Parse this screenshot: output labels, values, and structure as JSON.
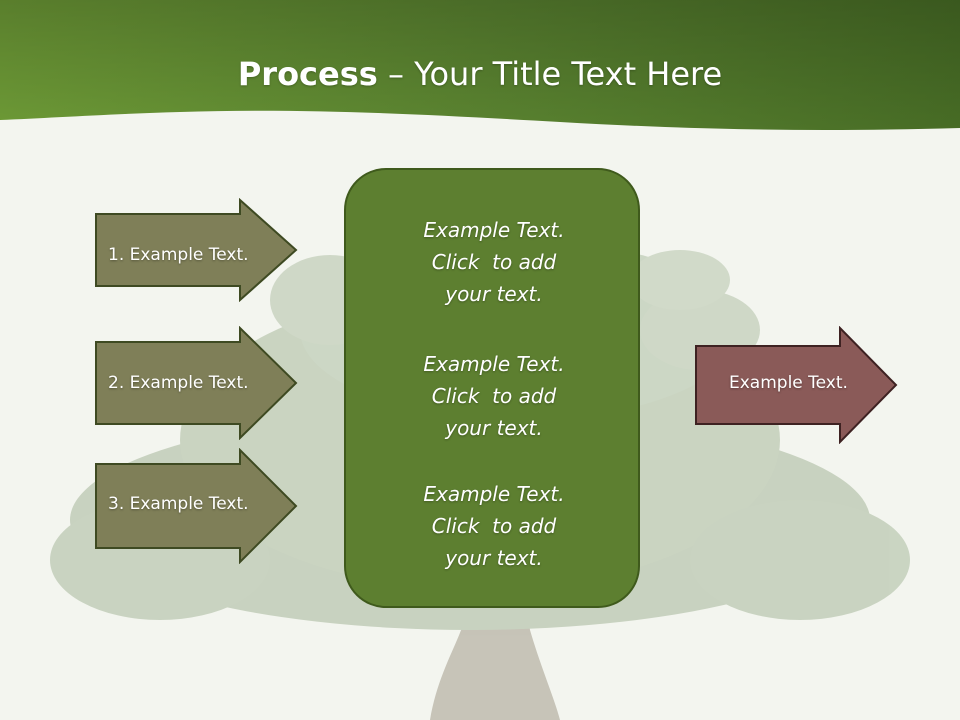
{
  "title": {
    "bold": "Process",
    "rest": " – Your Title Text Here"
  },
  "left_arrows": [
    {
      "label": "1. Example Text."
    },
    {
      "label": "2. Example Text."
    },
    {
      "label": "3. Example Text."
    }
  ],
  "center_box": {
    "items": [
      {
        "line1": "Example Text.",
        "line2": "Click  to add",
        "line3": "your text."
      },
      {
        "line1": "Example Text.",
        "line2": "Click  to add",
        "line3": "your text."
      },
      {
        "line1": "Example Text.",
        "line2": "Click  to add",
        "line3": "your text."
      }
    ]
  },
  "right_arrow": {
    "label": "Example Text."
  },
  "colors": {
    "header_green": "#5e8a2e",
    "left_arrow_fill": "#7f7f58",
    "center_box_fill": "#5d7f30",
    "right_arrow_fill": "#8a5a58",
    "background": "#f3f5ef"
  }
}
